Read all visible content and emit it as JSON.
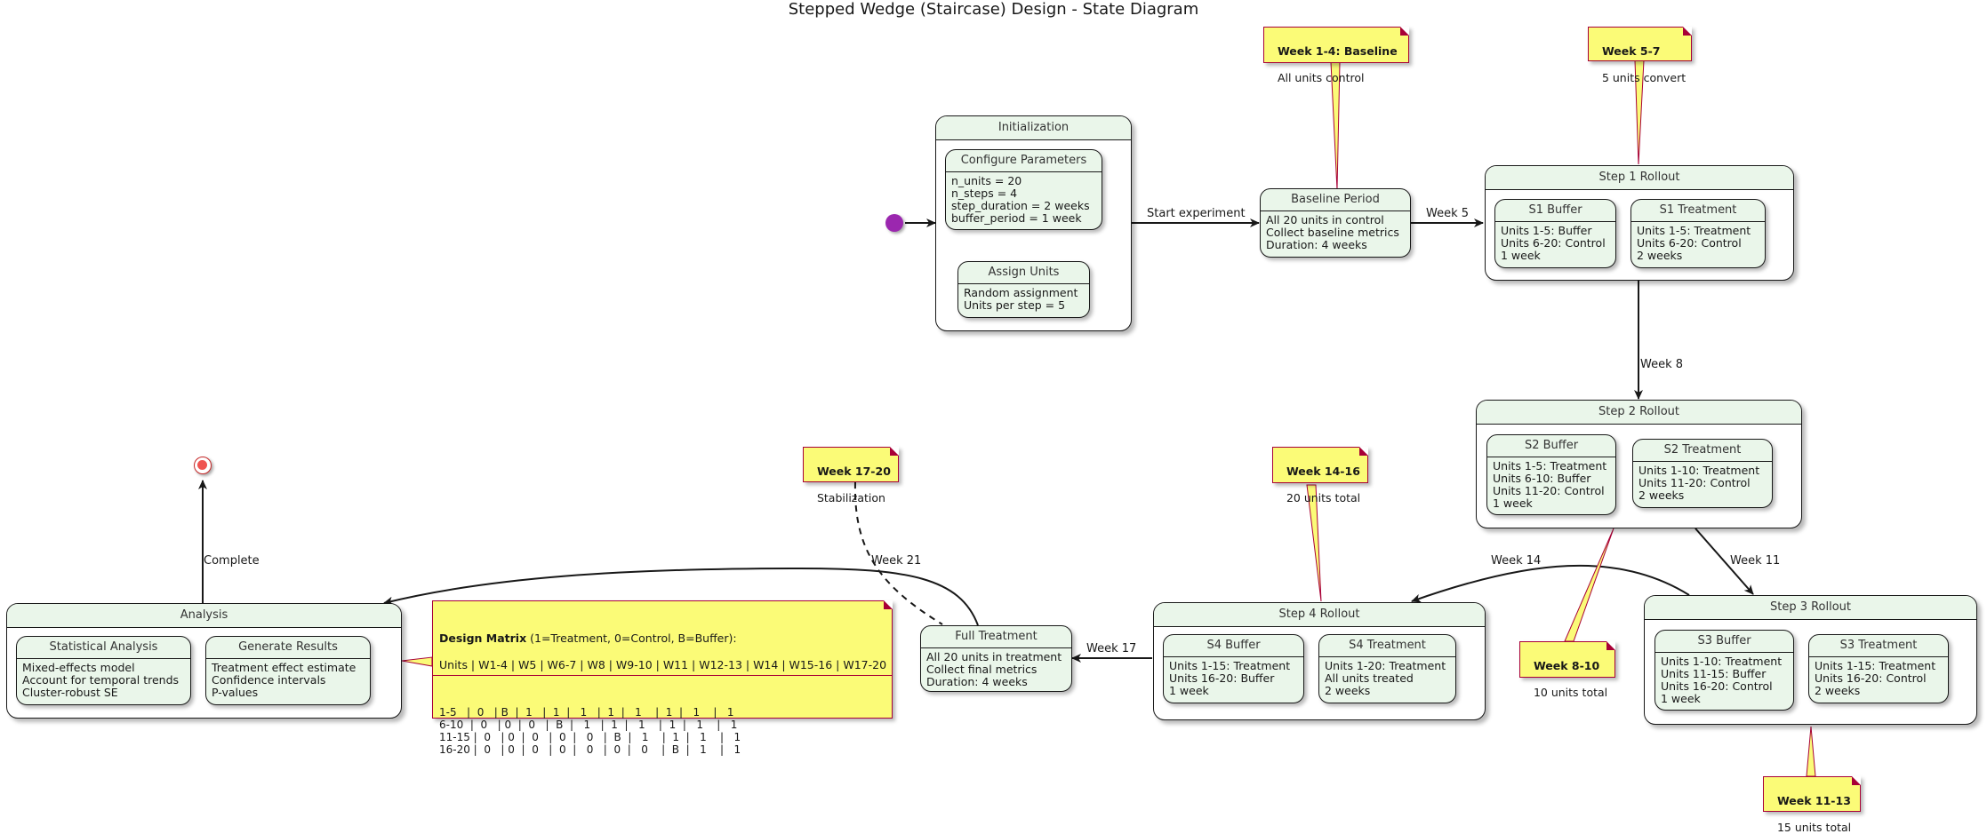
{
  "title": "Stepped Wedge (Staircase) Design - State Diagram",
  "colors": {
    "state_fill": "#eaf6ea",
    "note_fill": "#fbfb77",
    "note_border": "#a80036",
    "start": "#9b27af",
    "end": "#ef5350"
  },
  "initialization": {
    "title": "Initialization",
    "configure": {
      "title": "Configure Parameters",
      "body": "n_units = 20\nn_steps = 4\nstep_duration = 2 weeks\nbuffer_period = 1 week"
    },
    "assign": {
      "title": "Assign Units",
      "body": "Random assignment\nUnits per step = 5"
    }
  },
  "baseline": {
    "title": "Baseline Period",
    "body": "All 20 units in control\nCollect baseline metrics\nDuration: 4 weeks"
  },
  "step1": {
    "title": "Step 1 Rollout",
    "buffer": {
      "title": "S1 Buffer",
      "body": "Units 1-5: Buffer\nUnits 6-20: Control\n1 week"
    },
    "treatment": {
      "title": "S1 Treatment",
      "body": "Units 1-5: Treatment\nUnits 6-20: Control\n2 weeks"
    }
  },
  "step2": {
    "title": "Step 2 Rollout",
    "buffer": {
      "title": "S2 Buffer",
      "body": "Units 1-5: Treatment\nUnits 6-10: Buffer\nUnits 11-20: Control\n1 week"
    },
    "treatment": {
      "title": "S2 Treatment",
      "body": "Units 1-10: Treatment\nUnits 11-20: Control\n2 weeks"
    }
  },
  "step3": {
    "title": "Step 3 Rollout",
    "buffer": {
      "title": "S3 Buffer",
      "body": "Units 1-10: Treatment\nUnits 11-15: Buffer\nUnits 16-20: Control\n1 week"
    },
    "treatment": {
      "title": "S3 Treatment",
      "body": "Units 1-15: Treatment\nUnits 16-20: Control\n2 weeks"
    }
  },
  "step4": {
    "title": "Step 4 Rollout",
    "buffer": {
      "title": "S4 Buffer",
      "body": "Units 1-15: Treatment\nUnits 16-20: Buffer\n1 week"
    },
    "treatment": {
      "title": "S4 Treatment",
      "body": "Units 1-20: Treatment\nAll units treated\n2 weeks"
    }
  },
  "full_treatment": {
    "title": "Full Treatment",
    "body": "All 20 units in treatment\nCollect final metrics\nDuration: 4 weeks"
  },
  "analysis": {
    "title": "Analysis",
    "stats": {
      "title": "Statistical Analysis",
      "body": "Mixed-effects model\nAccount for temporal trends\nCluster-robust SE"
    },
    "results": {
      "title": "Generate Results",
      "body": "Treatment effect estimate\nConfidence intervals\nP-values"
    }
  },
  "edges": {
    "start_experiment": "Start experiment",
    "week5": "Week 5",
    "week8": "Week 8",
    "week11": "Week 11",
    "week14": "Week 14",
    "week17": "Week 17",
    "week21": "Week 21",
    "complete": "Complete"
  },
  "notes": {
    "n1": {
      "bold": "Week 1-4: Baseline",
      "text": "All units control"
    },
    "n2": {
      "bold": "Week 5-7",
      "text": "5 units convert"
    },
    "n3": {
      "bold": "Week 8-10",
      "text": "10 units total"
    },
    "n4": {
      "bold": "Week 11-13",
      "text": "15 units total"
    },
    "n5": {
      "bold": "Week 14-16",
      "text": "20 units total"
    },
    "n6": {
      "bold": "Week 17-20",
      "text": "Stabilization"
    },
    "matrix": {
      "bold": "Design Matrix",
      "caption": " (1=Treatment, 0=Control, B=Buffer):",
      "header": "Units | W1-4 | W5 | W6-7 | W8 | W9-10 | W11 | W12-13 | W14 | W15-16 | W17-20",
      "rows": "1-5   |  0   | B  |  1   |  1  |   1   |  1  |   1    |  1  |   1    |   1\n6-10  |  0   | 0  |  0   |  B  |   1   |  1  |   1    |  1  |   1    |   1\n11-15 |  0   | 0  |  0   |  0  |   0   |  B  |   1    |  1  |   1    |   1\n16-20 |  0   | 0  |  0   |  0  |   0   |  0  |   0    |  B  |   1    |   1"
    }
  }
}
